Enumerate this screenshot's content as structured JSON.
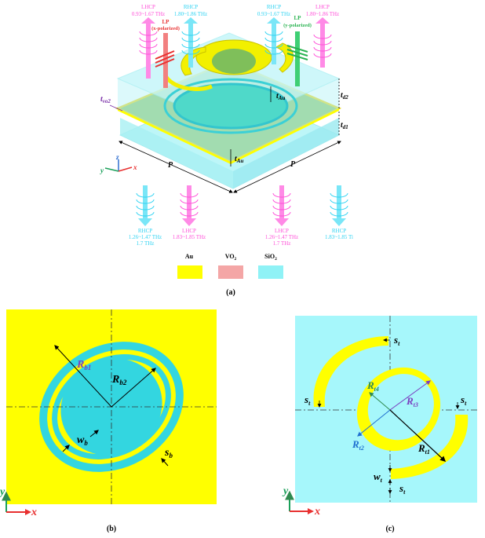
{
  "colors": {
    "au": "#ffff00",
    "vo2": "#f4a6a6",
    "sio2": "#8ff2f6",
    "lhcp": "#ff4fd8",
    "rhcp": "#2fd3f2",
    "lp_x": "#e83030",
    "lp_y": "#27b24f",
    "resonator_teal": "#2fd3c8",
    "dim_purple": "#7a2fa8",
    "axis_y": "#1aa05a",
    "axis_x": "#e83030",
    "axis_z": "#2f6fd0",
    "r_blue": "#1f6fd0",
    "r_purple": "#7a3fc0",
    "r_green": "#2f8a4f"
  },
  "panel_a": {
    "caption": "(a)",
    "inc_lhcp_left": {
      "title": "LHCP",
      "range": "0.93~1.67 THz"
    },
    "inc_rhcp_left": {
      "title": "RHCP",
      "range": "1.80~1.86 THz"
    },
    "inc_lp_x": {
      "title": "LP",
      "sub": "(x-polarized)"
    },
    "inc_rhcp_right": {
      "title": "RHCP",
      "range": "0.93~1.67 THz"
    },
    "inc_lp_y": {
      "title": "LP",
      "sub": "(y-polarized)"
    },
    "inc_lhcp_right": {
      "title": "LHCP",
      "range": "1.80~1.86 THz"
    },
    "out_rhcp_left": {
      "title": "RHCP",
      "range": "1.26~1.47 THz",
      "extra": "1.7 THz"
    },
    "out_lhcp_left": {
      "title": "LHCP",
      "range": "1.83~1.85 THz"
    },
    "out_lhcp_right": {
      "title": "LHCP",
      "range": "1.26~1.47 THz",
      "extra": "1.7 THz"
    },
    "out_rhcp_right": {
      "title": "RHCP",
      "range": "1.83~1.85 Ti"
    },
    "dims": {
      "t_vo2": "t",
      "t_vo2_sub": "vo2",
      "t_au": "t",
      "t_au_sub": "Au",
      "t_d2": "t",
      "t_d2_sub": "d2",
      "t_d1": "t",
      "t_d1_sub": "d1",
      "t_au2": "t",
      "t_au2_sub": "Au",
      "p1": "P",
      "p2": "P"
    },
    "axes": {
      "y": "y",
      "z": "z",
      "x": "x"
    },
    "legend": [
      {
        "label": "Au",
        "color": "#ffff00"
      },
      {
        "label": "VO",
        "sub": "2",
        "color": "#f4a6a6"
      },
      {
        "label": "SiO",
        "sub": "2",
        "color": "#8ff2f6"
      }
    ]
  },
  "panel_b": {
    "caption": "(b)",
    "labels": {
      "rb1": "R",
      "rb1_sub": "b1",
      "rb2": "R",
      "rb2_sub": "b2",
      "wb": "w",
      "wb_sub": "b",
      "sb": "s",
      "sb_sub": "b"
    },
    "axes": {
      "y": "y",
      "x": "x"
    }
  },
  "panel_c": {
    "caption": "(c)",
    "labels": {
      "st_top": "s",
      "st_sub": "t",
      "rt4": "R",
      "rt4_sub": "t4",
      "rt3": "R",
      "rt3_sub": "t3",
      "rt2": "R",
      "rt2_sub": "t2",
      "rt1": "R",
      "rt1_sub": "t1",
      "wt": "w",
      "wt_sub": "t"
    },
    "axes": {
      "y": "y",
      "x": "x"
    }
  }
}
